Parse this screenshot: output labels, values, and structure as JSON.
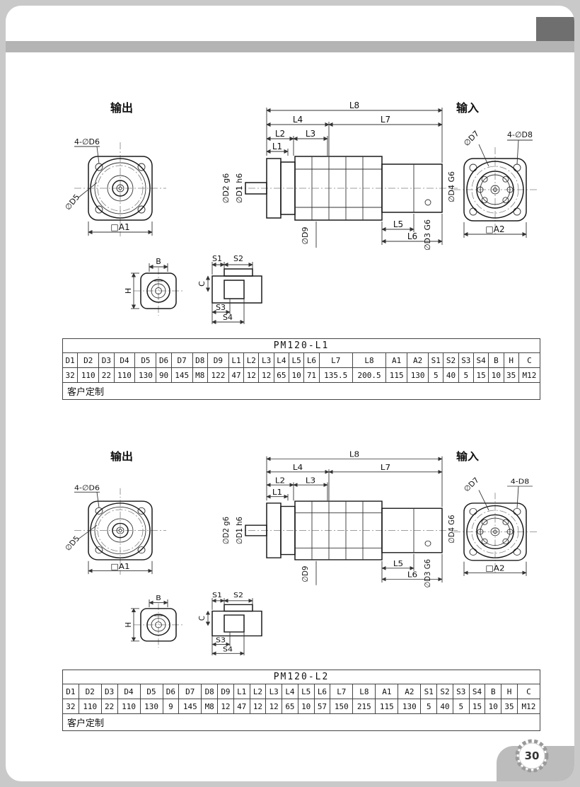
{
  "page": {
    "number": "30"
  },
  "sections": [
    {
      "output_label": "输出",
      "input_label": "输入",
      "labels": {
        "d6": "4-∅D6",
        "d5": "∅D5",
        "a1": "□A1",
        "l8": "L8",
        "l4": "L4",
        "l7": "L7",
        "l2": "L2",
        "l3": "L3",
        "l1": "L1",
        "d2": "∅D2 g6",
        "d1": "∅D1 h6",
        "d9": "∅D9",
        "l5": "L5",
        "l6": "L6",
        "d3": "∅D3 G6",
        "d4": "∅D4 G6",
        "d7": "∅D7",
        "d8": "4-∅D8",
        "a2": "□A2",
        "b": "B",
        "h": "H",
        "c": "C",
        "s1": "S1",
        "s2": "S2",
        "s3": "S3",
        "s4": "S4"
      },
      "table": {
        "title": "PM120-L1",
        "headers": [
          "D1",
          "D2",
          "D3",
          "D4",
          "D5",
          "D6",
          "D7",
          "D8",
          "D9",
          "L1",
          "L2",
          "L3",
          "L4",
          "L5",
          "L6",
          "L7",
          "L8",
          "A1",
          "A2",
          "S1",
          "S2",
          "S3",
          "S4",
          "B",
          "H",
          "C"
        ],
        "values": [
          "32",
          "110",
          "22",
          "110",
          "130",
          "90",
          "145",
          "M8",
          "122",
          "47",
          "12",
          "12",
          "65",
          "10",
          "71",
          "135.5",
          "200.5",
          "115",
          "130",
          "5",
          "40",
          "5",
          "15",
          "10",
          "35",
          "M12"
        ],
        "note": "客户定制"
      }
    },
    {
      "output_label": "输出",
      "input_label": "输入",
      "labels": {
        "d6": "4-∅D6",
        "d5": "∅D5",
        "a1": "□A1",
        "l8": "L8",
        "l4": "L4",
        "l7": "L7",
        "l2": "L2",
        "l3": "L3",
        "l1": "L1",
        "d2": "∅D2 g6",
        "d1": "∅D1 h6",
        "d9": "∅D9",
        "l5": "L5",
        "l6": "L6",
        "d3": "∅D3 G6",
        "d4": "∅D4 G6",
        "d7": "∅D7",
        "d8": "4-D8",
        "a2": "□A2",
        "b": "B",
        "h": "H",
        "c": "C",
        "s1": "S1",
        "s2": "S2",
        "s3": "S3",
        "s4": "S4"
      },
      "table": {
        "title": "PM120-L2",
        "headers": [
          "D1",
          "D2",
          "D3",
          "D4",
          "D5",
          "D6",
          "D7",
          "D8",
          "D9",
          "L1",
          "L2",
          "L3",
          "L4",
          "L5",
          "L6",
          "L7",
          "L8",
          "A1",
          "A2",
          "S1",
          "S2",
          "S3",
          "S4",
          "B",
          "H",
          "C"
        ],
        "values": [
          "32",
          "110",
          "22",
          "110",
          "130",
          "9",
          "145",
          "M8",
          "12",
          "47",
          "12",
          "12",
          "65",
          "10",
          "57",
          "150",
          "215",
          "115",
          "130",
          "5",
          "40",
          "5",
          "15",
          "10",
          "35",
          "M12"
        ],
        "note": "客户定制"
      }
    }
  ]
}
